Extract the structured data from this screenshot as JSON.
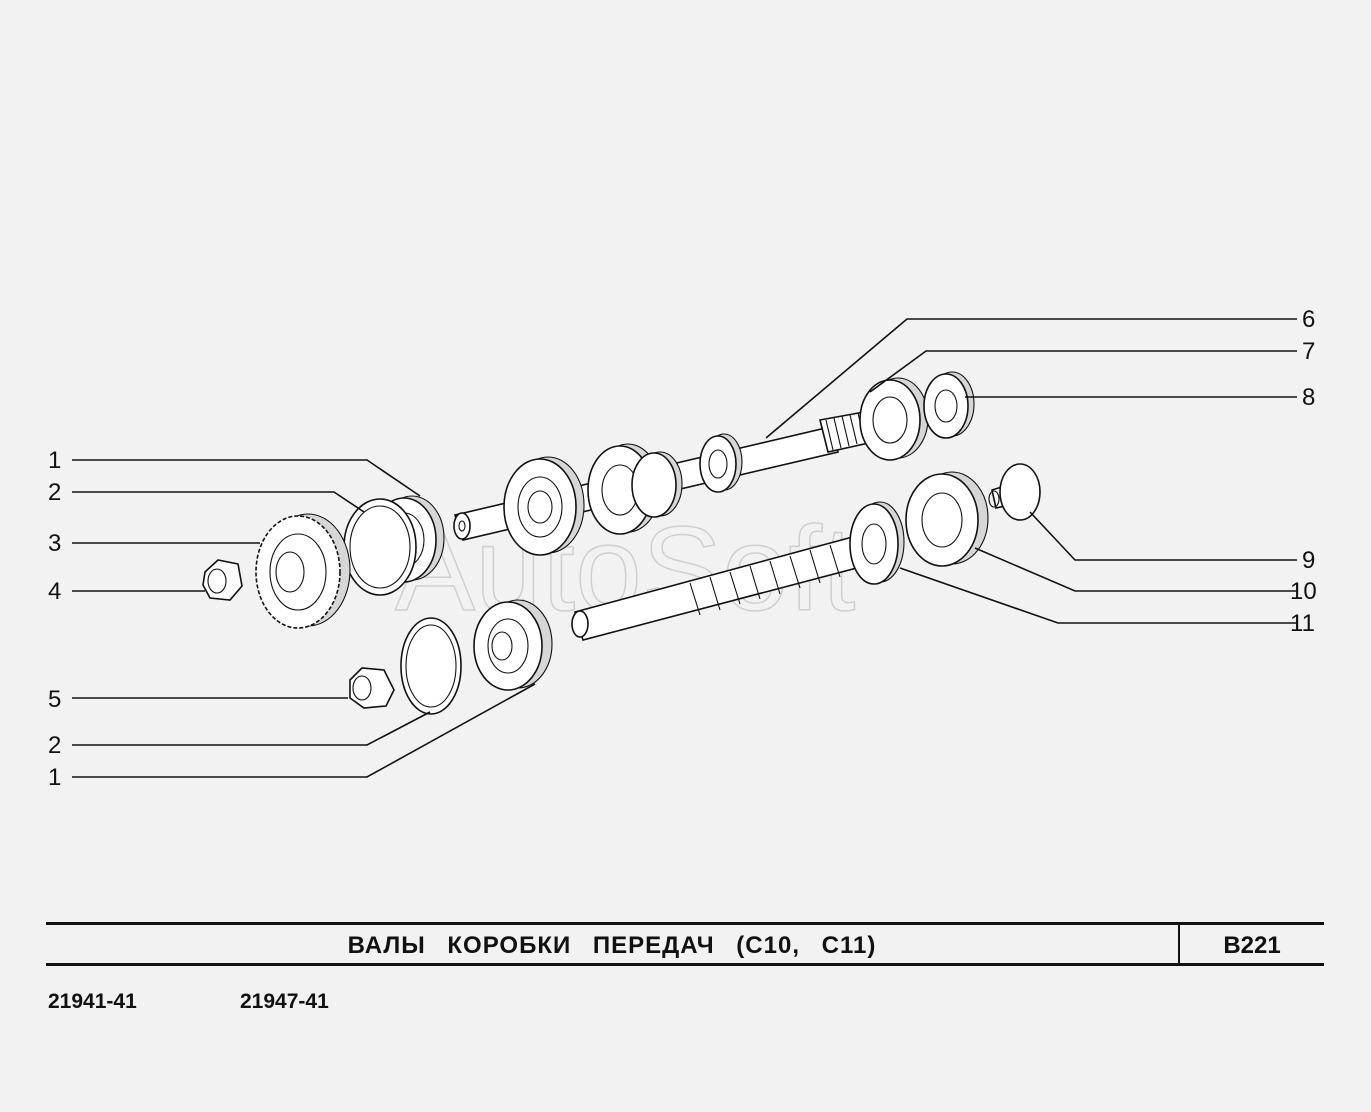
{
  "watermark": "AutoSoft",
  "callouts": {
    "left": [
      "1",
      "2",
      "3",
      "4",
      "5",
      "2",
      "1"
    ],
    "right": [
      "6",
      "7",
      "8",
      "9",
      "10",
      "11"
    ]
  },
  "title": "ВАЛЫ КОРОБКИ ПЕРЕДАЧ (С10, С11)",
  "code": "B221",
  "models": [
    "21941-41",
    "21947-41"
  ]
}
